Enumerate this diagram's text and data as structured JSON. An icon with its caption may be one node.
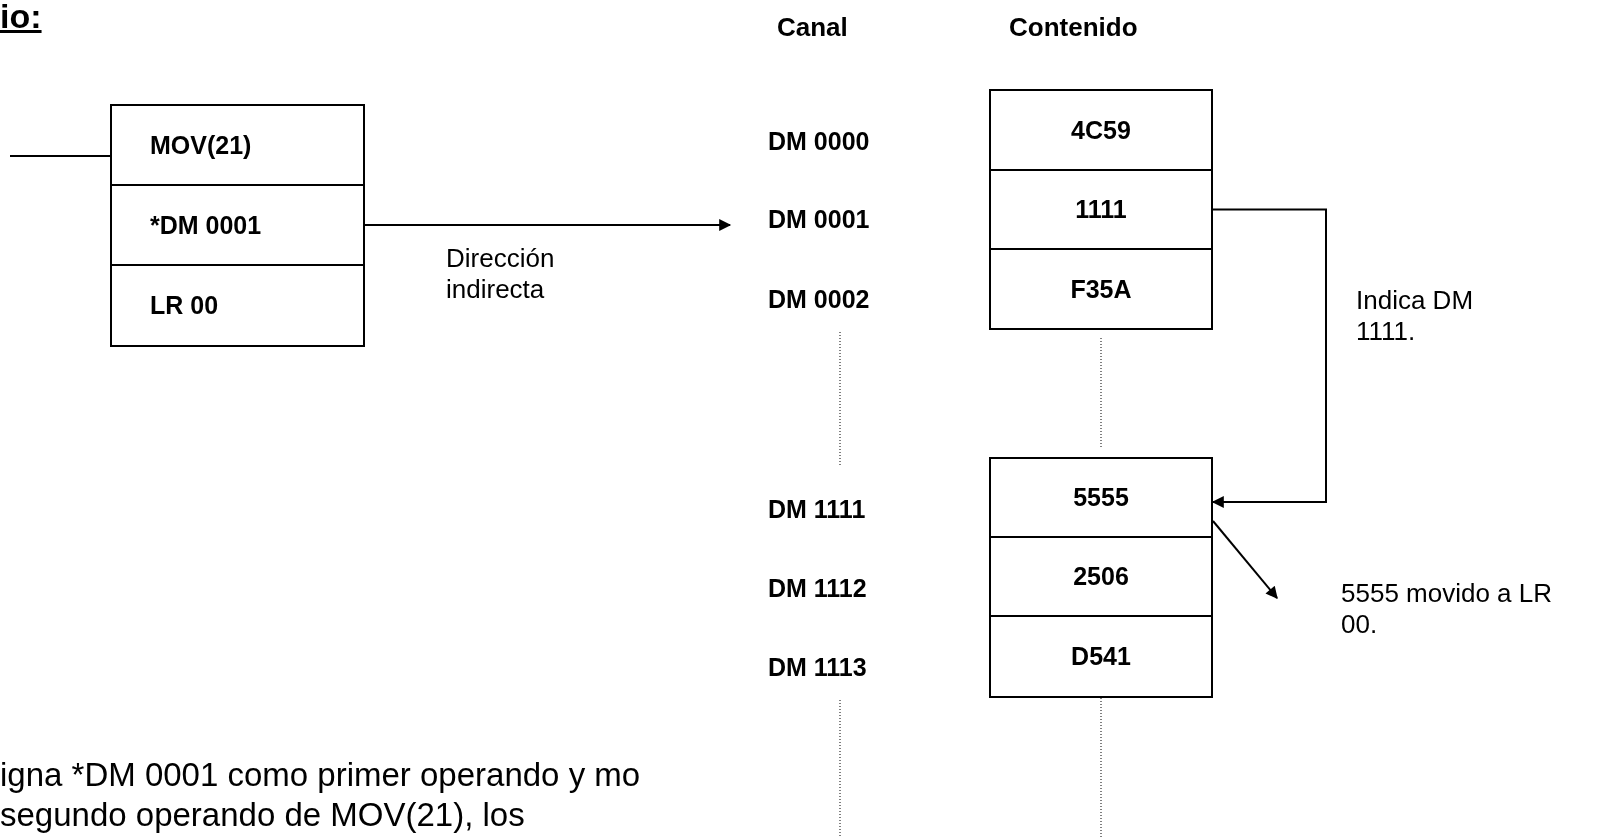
{
  "diagram": {
    "title": "io:",
    "nodes": [
      {
        "text": [
          "MOV(21)"
        ]
      },
      {
        "text": [
          "*DM 0001"
        ]
      },
      {
        "text": [
          "LR 00"
        ]
      },
      {
        "text": [
          "DM 0000"
        ]
      },
      {
        "text": [
          "4C59"
        ]
      },
      {
        "text": [
          "DM 0001"
        ]
      },
      {
        "text": [
          "1111"
        ]
      },
      {
        "text": [
          "DM 0002"
        ]
      },
      {
        "text": [
          "F35A"
        ]
      },
      {
        "text": [
          "DM 1111"
        ]
      },
      {
        "text": [
          "5555"
        ]
      },
      {
        "text": [
          "DM 1112"
        ]
      },
      {
        "text": [
          "2506"
        ]
      },
      {
        "text": [
          "DM 1113"
        ]
      },
      {
        "text": [
          "D541"
        ]
      },
      {
        "text": [
          "5555 movido a LR 00."
        ]
      }
    ],
    "edges": [
      {
        "from": null,
        "to": 0,
        "arrow": "none"
      },
      {
        "from": 1,
        "to": 5,
        "arrow": "to",
        "label": "Dirección indirecta"
      },
      {
        "from": 6,
        "to": 10,
        "arrow": "to",
        "label": "Indica DM 1111."
      },
      {
        "from": 10,
        "to": 15,
        "arrow": "to"
      }
    ],
    "labels": [
      "Canal",
      "Contenido",
      "igna *DM 0001 como primer operando y mo segundo operando de MOV(21), los"
    ]
  }
}
